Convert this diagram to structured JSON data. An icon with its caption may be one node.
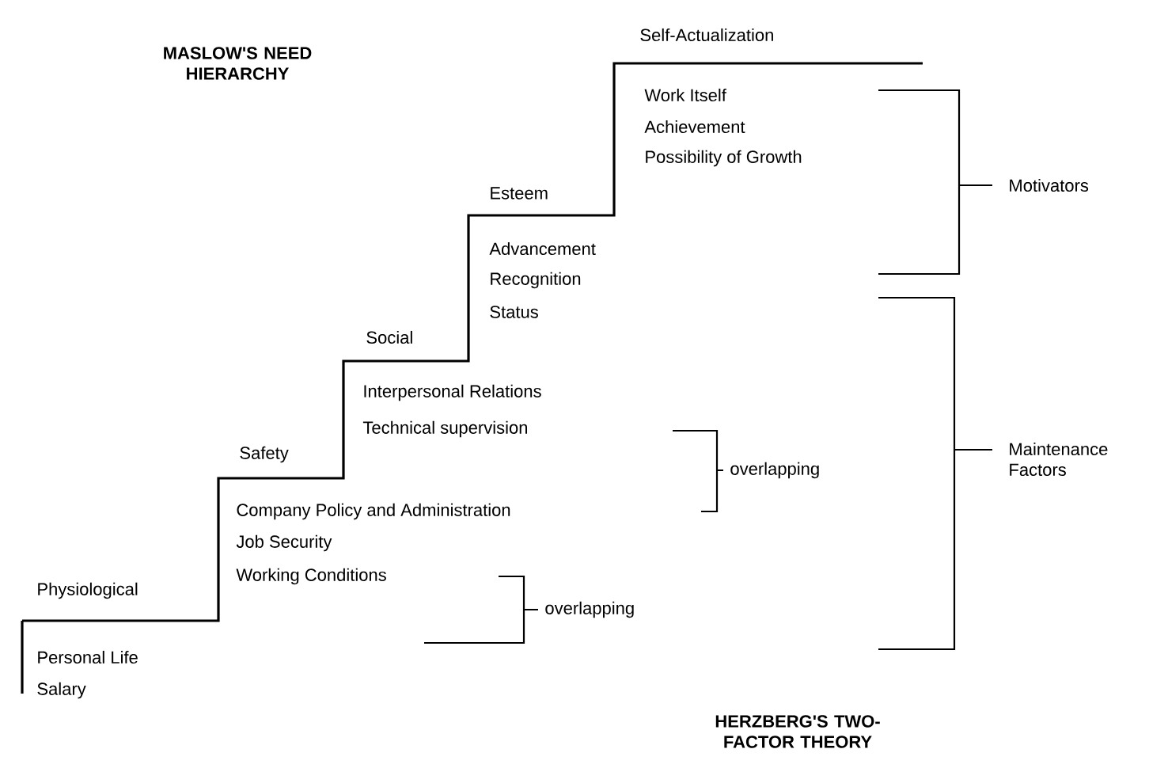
{
  "diagram": {
    "labels": [
      "MASLOW'S NEED HIERARCHY",
      "Self-Actualization",
      "Work Itself",
      "Achievement",
      "Possibility of Growth",
      "Motivators",
      "Esteem",
      "Advancement",
      "Recognition",
      "Status",
      "Social",
      "Maintenance Factors",
      "Interpersonal Relations",
      "Technical supervision",
      "overlapping",
      "Safety",
      "Company Policy and Administration",
      "Job Security",
      "Working Conditions",
      "overlapping",
      "Physiological",
      "Personal Life",
      "Salary",
      "HERZBERG'S TWO-FACTOR THEORY"
    ]
  }
}
